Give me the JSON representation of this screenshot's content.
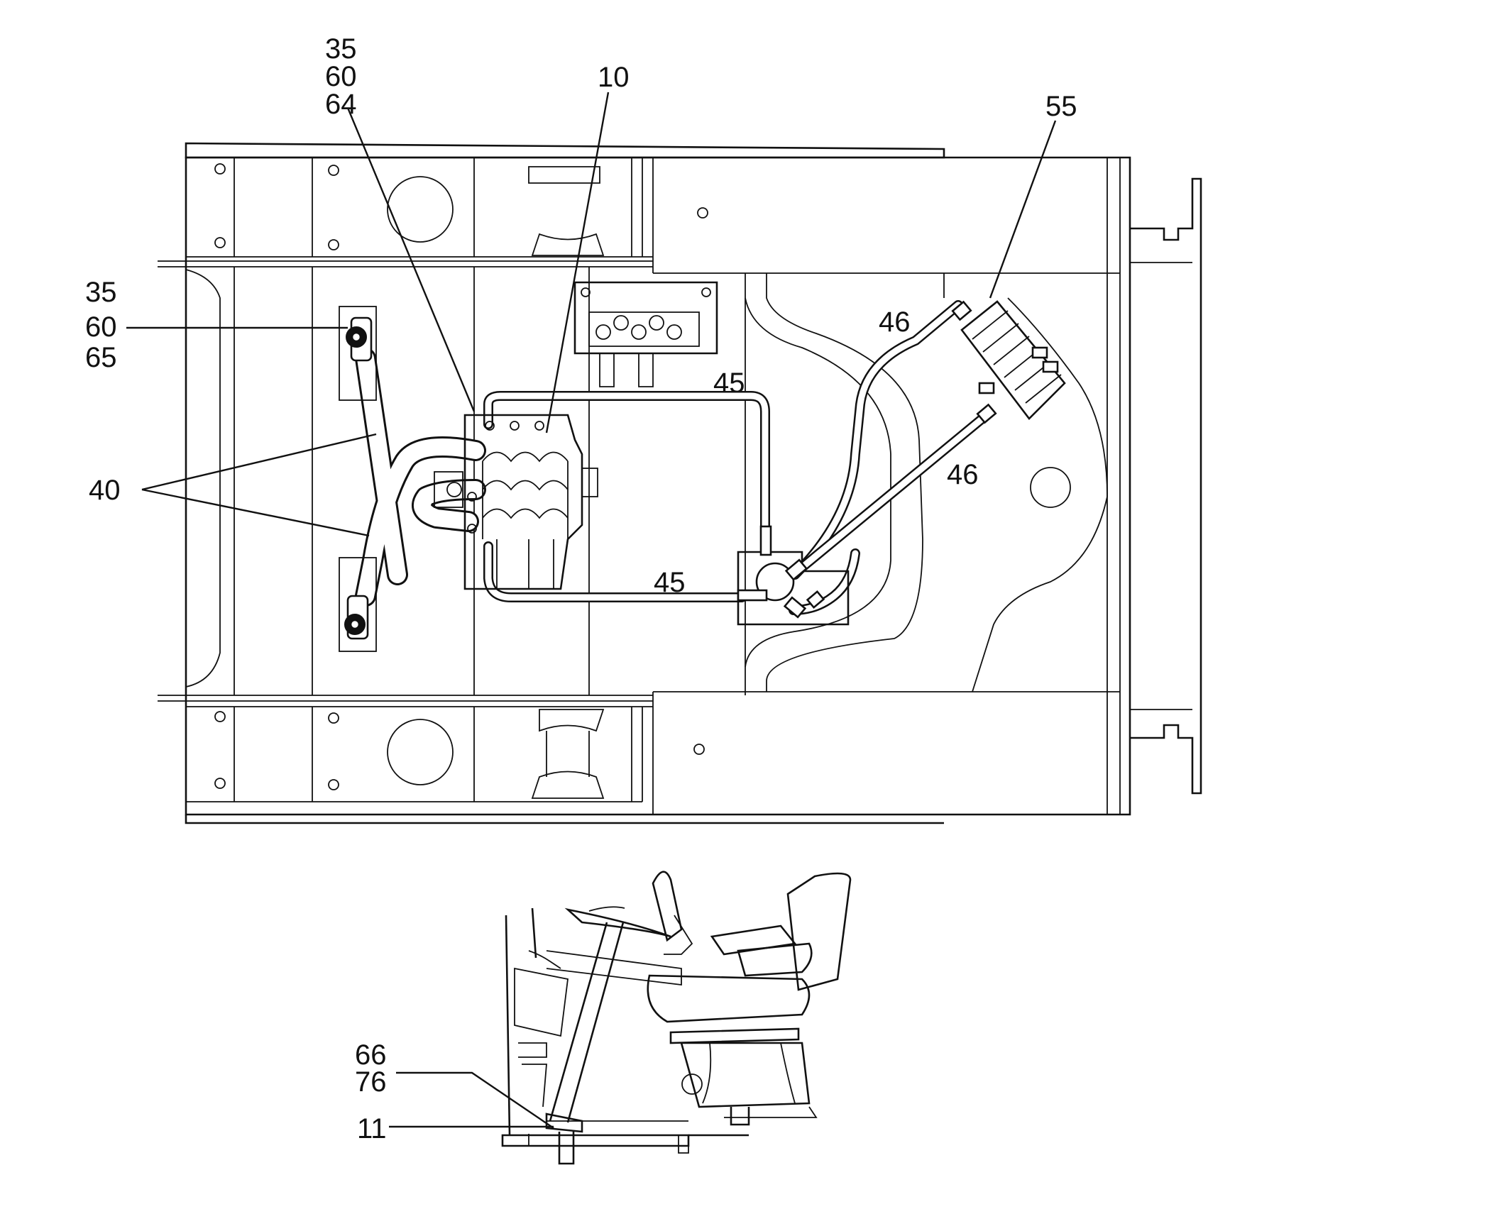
{
  "callouts": {
    "c_35_60_64": [
      "35",
      "60",
      "64"
    ],
    "c_10": "10",
    "c_55": "55",
    "c_35_60_65": [
      "35",
      "60",
      "65"
    ],
    "c_46_upper": "46",
    "c_45_upper": "45",
    "c_40": "40",
    "c_46_lower": "46",
    "c_45_lower": "45",
    "c_66_76": [
      "66",
      "76"
    ],
    "c_11": "11"
  }
}
